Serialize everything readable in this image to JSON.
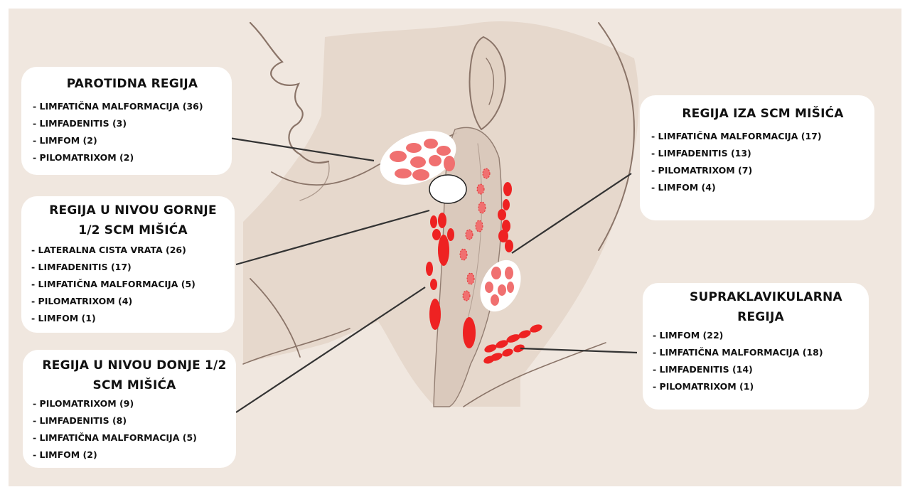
{
  "colors": {
    "background": "#f0e7df",
    "lesion_red": "#ee2222",
    "lesion_pink": "#f07070",
    "card": "#ffffff",
    "leader": "#333333"
  },
  "regions": [
    {
      "id": "parotid",
      "title": "PAROTIDNA REGIJA",
      "items": [
        "LIMFATIČNA MALFORMACIJA (36)",
        "LIMFADENITIS (3)",
        "LIMFOM (2)",
        "PILOMATRIXOM (2)"
      ]
    },
    {
      "id": "upper-scm",
      "title": "REGIJA U NIVOU GORNJE 1/2 SCM MIŠIĆA",
      "items": [
        "LATERALNA CISTA VRATA (26)",
        "LIMFADENITIS (17)",
        "LIMFATIČNA MALFORMACIJA (5)",
        "PILOMATRIXOM (4)",
        "LIMFOM (1)"
      ]
    },
    {
      "id": "lower-scm",
      "title": "REGIJA U NIVOU DONJE 1/2 SCM MIŠIĆA",
      "items": [
        "PILOMATRIXOM (9)",
        "LIMFADENITIS (8)",
        "LIMFATIČNA MALFORMACIJA (5)",
        "LIMFOM (2)"
      ]
    },
    {
      "id": "behind-scm",
      "title": "REGIJA IZA SCM MIŠIĆA",
      "items": [
        "LIMFATIČNA MALFORMACIJA (17)",
        "LIMFADENITIS (13)",
        "PILOMATRIXOM (7)",
        "LIMFOM (4)"
      ]
    },
    {
      "id": "supraclavicular",
      "title": "SUPRAKLAVIKULARNA REGIJA",
      "items": [
        "LIMFOM (22)",
        "LIMFATIČNA MALFORMACIJA (18)",
        "LIMFADENITIS (14)",
        "PILOMATRIXOM (1)"
      ]
    }
  ]
}
